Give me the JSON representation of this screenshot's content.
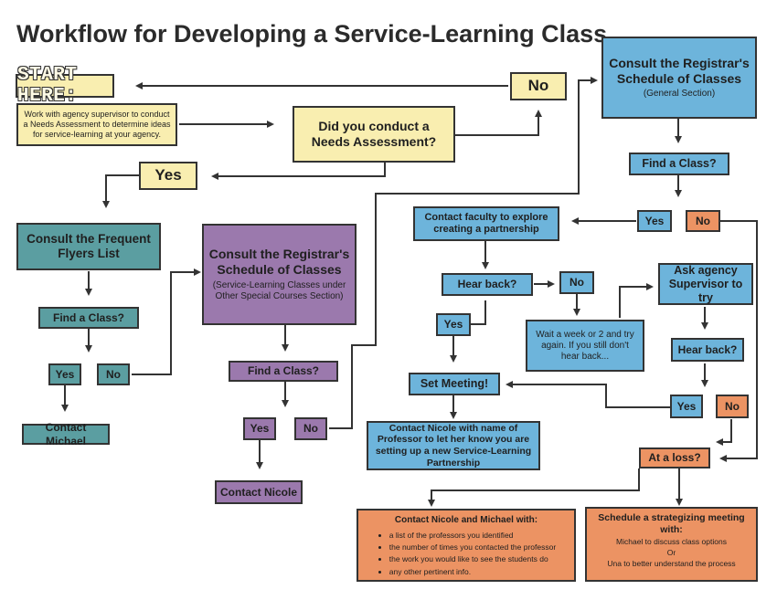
{
  "title": "Workflow for Developing a Service-Learning Class",
  "start": {
    "label": "START HERE:",
    "text": "Work with agency supervisor to conduct a Needs Assessment to determine ideas for service-learning at your agency."
  },
  "needs_question": "Did you conduct a Needs Assessment?",
  "needs_no": "No",
  "needs_yes": "Yes",
  "teal_branch": {
    "consult": "Consult the Frequent Flyers List",
    "find": "Find a Class?",
    "yes": "Yes",
    "no": "No",
    "contact": "Contact Michael"
  },
  "purple_branch": {
    "consult": "Consult the Registrar's Schedule of Classes",
    "sub": "(Service-Learning Classes under Other Special Courses Section)",
    "find": "Find a Class?",
    "yes": "Yes",
    "no": "No",
    "contact": "Contact Nicole"
  },
  "blue_branch": {
    "consult": "Consult the Registrar's Schedule of Classes",
    "sub": "(General Section)",
    "find": "Find a Class?",
    "yes": "Yes",
    "no": "No",
    "contact_faculty": "Contact faculty to explore creating a partnership",
    "hear_back": "Hear back?",
    "hear_yes": "Yes",
    "hear_no": "No",
    "wait": "Wait a week or 2 and try again. If you still don't hear back...",
    "ask_agency": "Ask agency Supervisor to try",
    "hear_back2": "Hear back?",
    "hear2_yes": "Yes",
    "hear2_no": "No",
    "set_meeting": "Set Meeting!",
    "contact_nicole": "Contact Nicole with name of Professor to let her know you are setting up a new Service-Learning Partnership",
    "at_loss": "At a loss?"
  },
  "contact_both": {
    "title": "Contact Nicole and Michael with:",
    "items": [
      "a list of the professors you identified",
      "the number of times you contacted the professor",
      "the work you would like to see the students do",
      "any other pertinent info."
    ]
  },
  "schedule": {
    "title": "Schedule a strategizing meeting with:",
    "line1": "Michael to discuss class options",
    "or": "Or",
    "line2": "Una to better understand the process"
  },
  "colors": {
    "yellow": "#f9eeb0",
    "teal": "#5b9ea1",
    "purple": "#9b79ad",
    "blue": "#6db4db",
    "orange": "#ec9363"
  }
}
